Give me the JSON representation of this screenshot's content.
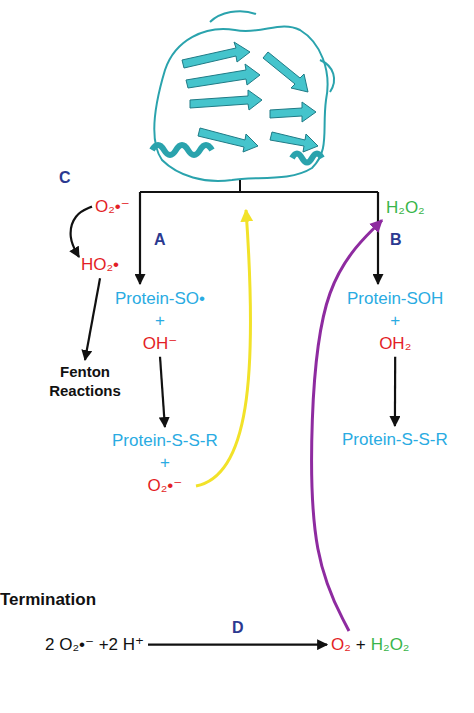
{
  "diagram": {
    "nodes": [
      {
        "text": [
          "O₂•⁻"
        ]
      },
      {
        "text": [
          "HO₂•"
        ]
      },
      {
        "text": [
          "Fenton Reactions"
        ]
      },
      {
        "text": [
          "H₂O₂"
        ]
      },
      {
        "text": [
          "Protein-SO•",
          "+",
          "OH⁻"
        ]
      },
      {
        "text": [
          "Protein-S-S-R",
          "+",
          "O₂•⁻"
        ]
      },
      {
        "text": [
          "Protein-SOH",
          "+",
          "OH₂"
        ]
      },
      {
        "text": [
          "Protein-S-S-R"
        ]
      },
      {
        "text": [
          "2 O₂•⁻ +2 H⁺"
        ]
      },
      {
        "text": [
          "O₂",
          "+",
          "H₂O₂"
        ]
      }
    ],
    "edges": [
      {
        "from": 0,
        "to": 1,
        "arrow": "to"
      },
      {
        "from": 1,
        "to": 2,
        "arrow": "to"
      },
      {
        "from": 4,
        "to": 5,
        "arrow": "to"
      },
      {
        "from": 6,
        "to": 7,
        "arrow": "to"
      },
      {
        "from": 8,
        "to": 9,
        "label": "D",
        "arrow": "to"
      },
      {
        "from": 9,
        "to": 3,
        "arrow": "to"
      }
    ],
    "labels": [
      "C",
      "A",
      "B",
      "Termination"
    ]
  }
}
